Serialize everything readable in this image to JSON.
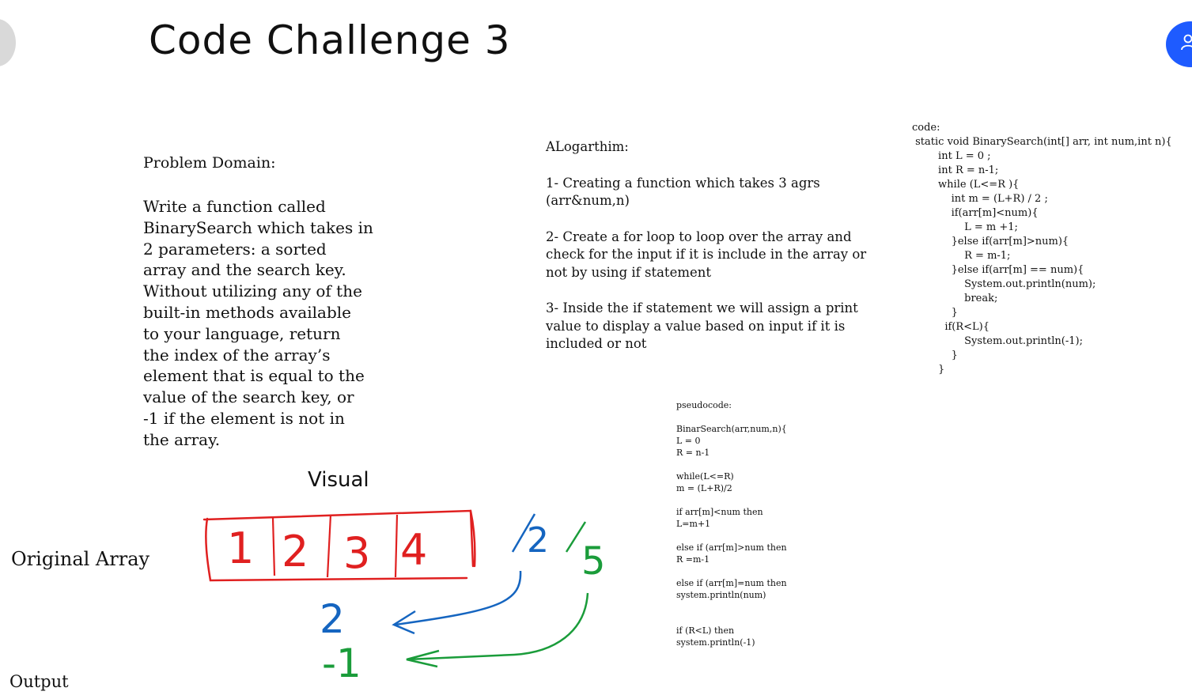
{
  "title": "Code Challenge 3",
  "problem_domain": {
    "heading": "Problem Domain:",
    "lines": [
      "Write a function called",
      "BinarySearch which takes in",
      "2 parameters: a sorted",
      "array and the search key.",
      "Without utilizing any of the",
      "built-in methods available",
      "to your language, return",
      "the index of the array’s",
      "element that is equal to the",
      "value of the search key, or",
      "-1 if the element is not in",
      "the array."
    ]
  },
  "algorithm": {
    "heading": "ALogarthim:",
    "steps": [
      "1- Creating a function which takes 3 agrs (arr&num,n)",
      "2- Create a for loop to loop over the array and check for the input if it is include in the array or not by using if statement",
      "3- Inside the if statement we will assign a print value to display a value based on input if it is included or not"
    ]
  },
  "code": {
    "label": "code:",
    "lines": [
      " static void BinarySearch(int[] arr, int num,int n){",
      "        int L = 0 ;",
      "        int R = n-1;",
      "",
      "        while (L<=R ){",
      "            int m = (L+R) / 2 ;",
      "            if(arr[m]<num){",
      "                L = m +1;",
      "            }else if(arr[m]>num){",
      "                R = m-1;",
      "            }else if(arr[m] == num){",
      "                System.out.println(num);",
      "                break;",
      "            }",
      "",
      "          if(R<L){",
      "                System.out.println(-1);",
      "",
      "            }",
      "        }"
    ]
  },
  "pseudocode": {
    "label": "pseudocode:",
    "lines": [
      "",
      "BinarSearch(arr,num,n){",
      "L = 0",
      "R = n-1",
      "",
      "while(L<=R)",
      "m = (L+R)/2",
      "",
      "if arr[m]<num then",
      "L=m+1",
      "",
      "else if (arr[m]>num then",
      "R =m-1",
      "",
      "else if (arr[m]=num then",
      "system.println(num)",
      "",
      "",
      "if (R<L) then",
      "system.println(-1)"
    ]
  },
  "visual": {
    "label": "Visual",
    "original_array_label": "Original Array",
    "output_label": "Output",
    "array": [
      "1",
      "2",
      "3",
      "4"
    ],
    "inputs": [
      {
        "value": "2",
        "output": "2",
        "color": "#1565c0"
      },
      {
        "value": "5",
        "output": "-1",
        "color": "#1a9c3a"
      }
    ],
    "array_color": "#e02020"
  },
  "colors": {
    "user_button": "#1e5bff"
  },
  "icons": {
    "user_button": "user-icon"
  }
}
